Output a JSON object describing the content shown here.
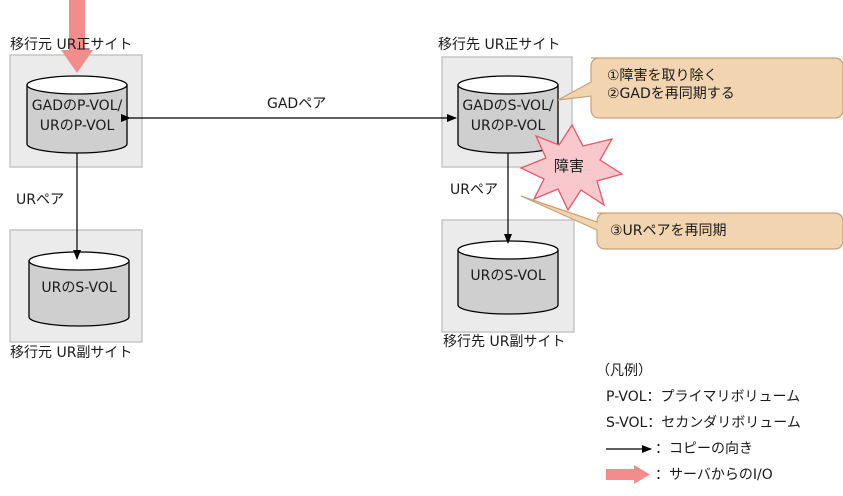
{
  "colors": {
    "site_box_fill": "#ebebeb",
    "site_box_stroke": "#c6c6c6",
    "cylinder_fill": "#cfcfcf",
    "cylinder_top": "#ffffff",
    "callout_fill": "#f2d4b0",
    "callout_stroke": "#c9a27a",
    "burst_fill": "#f9c8cd",
    "burst_stroke": "#e05a6a",
    "io_arrow": "#f58c8c",
    "line": "#000000"
  },
  "sites": {
    "src_primary_title": "移行元 UR正サイト",
    "src_secondary_title": "移行元 UR副サイト",
    "dst_primary_title": "移行先 UR正サイト",
    "dst_secondary_title": "移行先 UR副サイト"
  },
  "volumes": {
    "src_primary": [
      "GADのP-VOL/",
      "URのP-VOL"
    ],
    "src_secondary": [
      "URのS-VOL"
    ],
    "dst_primary": [
      "GADのS-VOL/",
      "URのP-VOL"
    ],
    "dst_secondary": [
      "URのS-VOL"
    ]
  },
  "pairs": {
    "gad_pair": "GADペア",
    "ur_pair_src": "URペア",
    "ur_pair_dst": "URペア"
  },
  "failure_label": "障害",
  "callouts": {
    "steps_1_2": [
      "①障害を取り除く",
      "②GADを再同期する"
    ],
    "step_3": "③URペアを再同期"
  },
  "legend": {
    "title": "（凡例）",
    "pvol": "P-VOL：プライマリボリューム",
    "svol": "S-VOL：セカンダリボリューム",
    "copy_direction": "：コピーの向き",
    "server_io": "：サーバからのI/O"
  }
}
